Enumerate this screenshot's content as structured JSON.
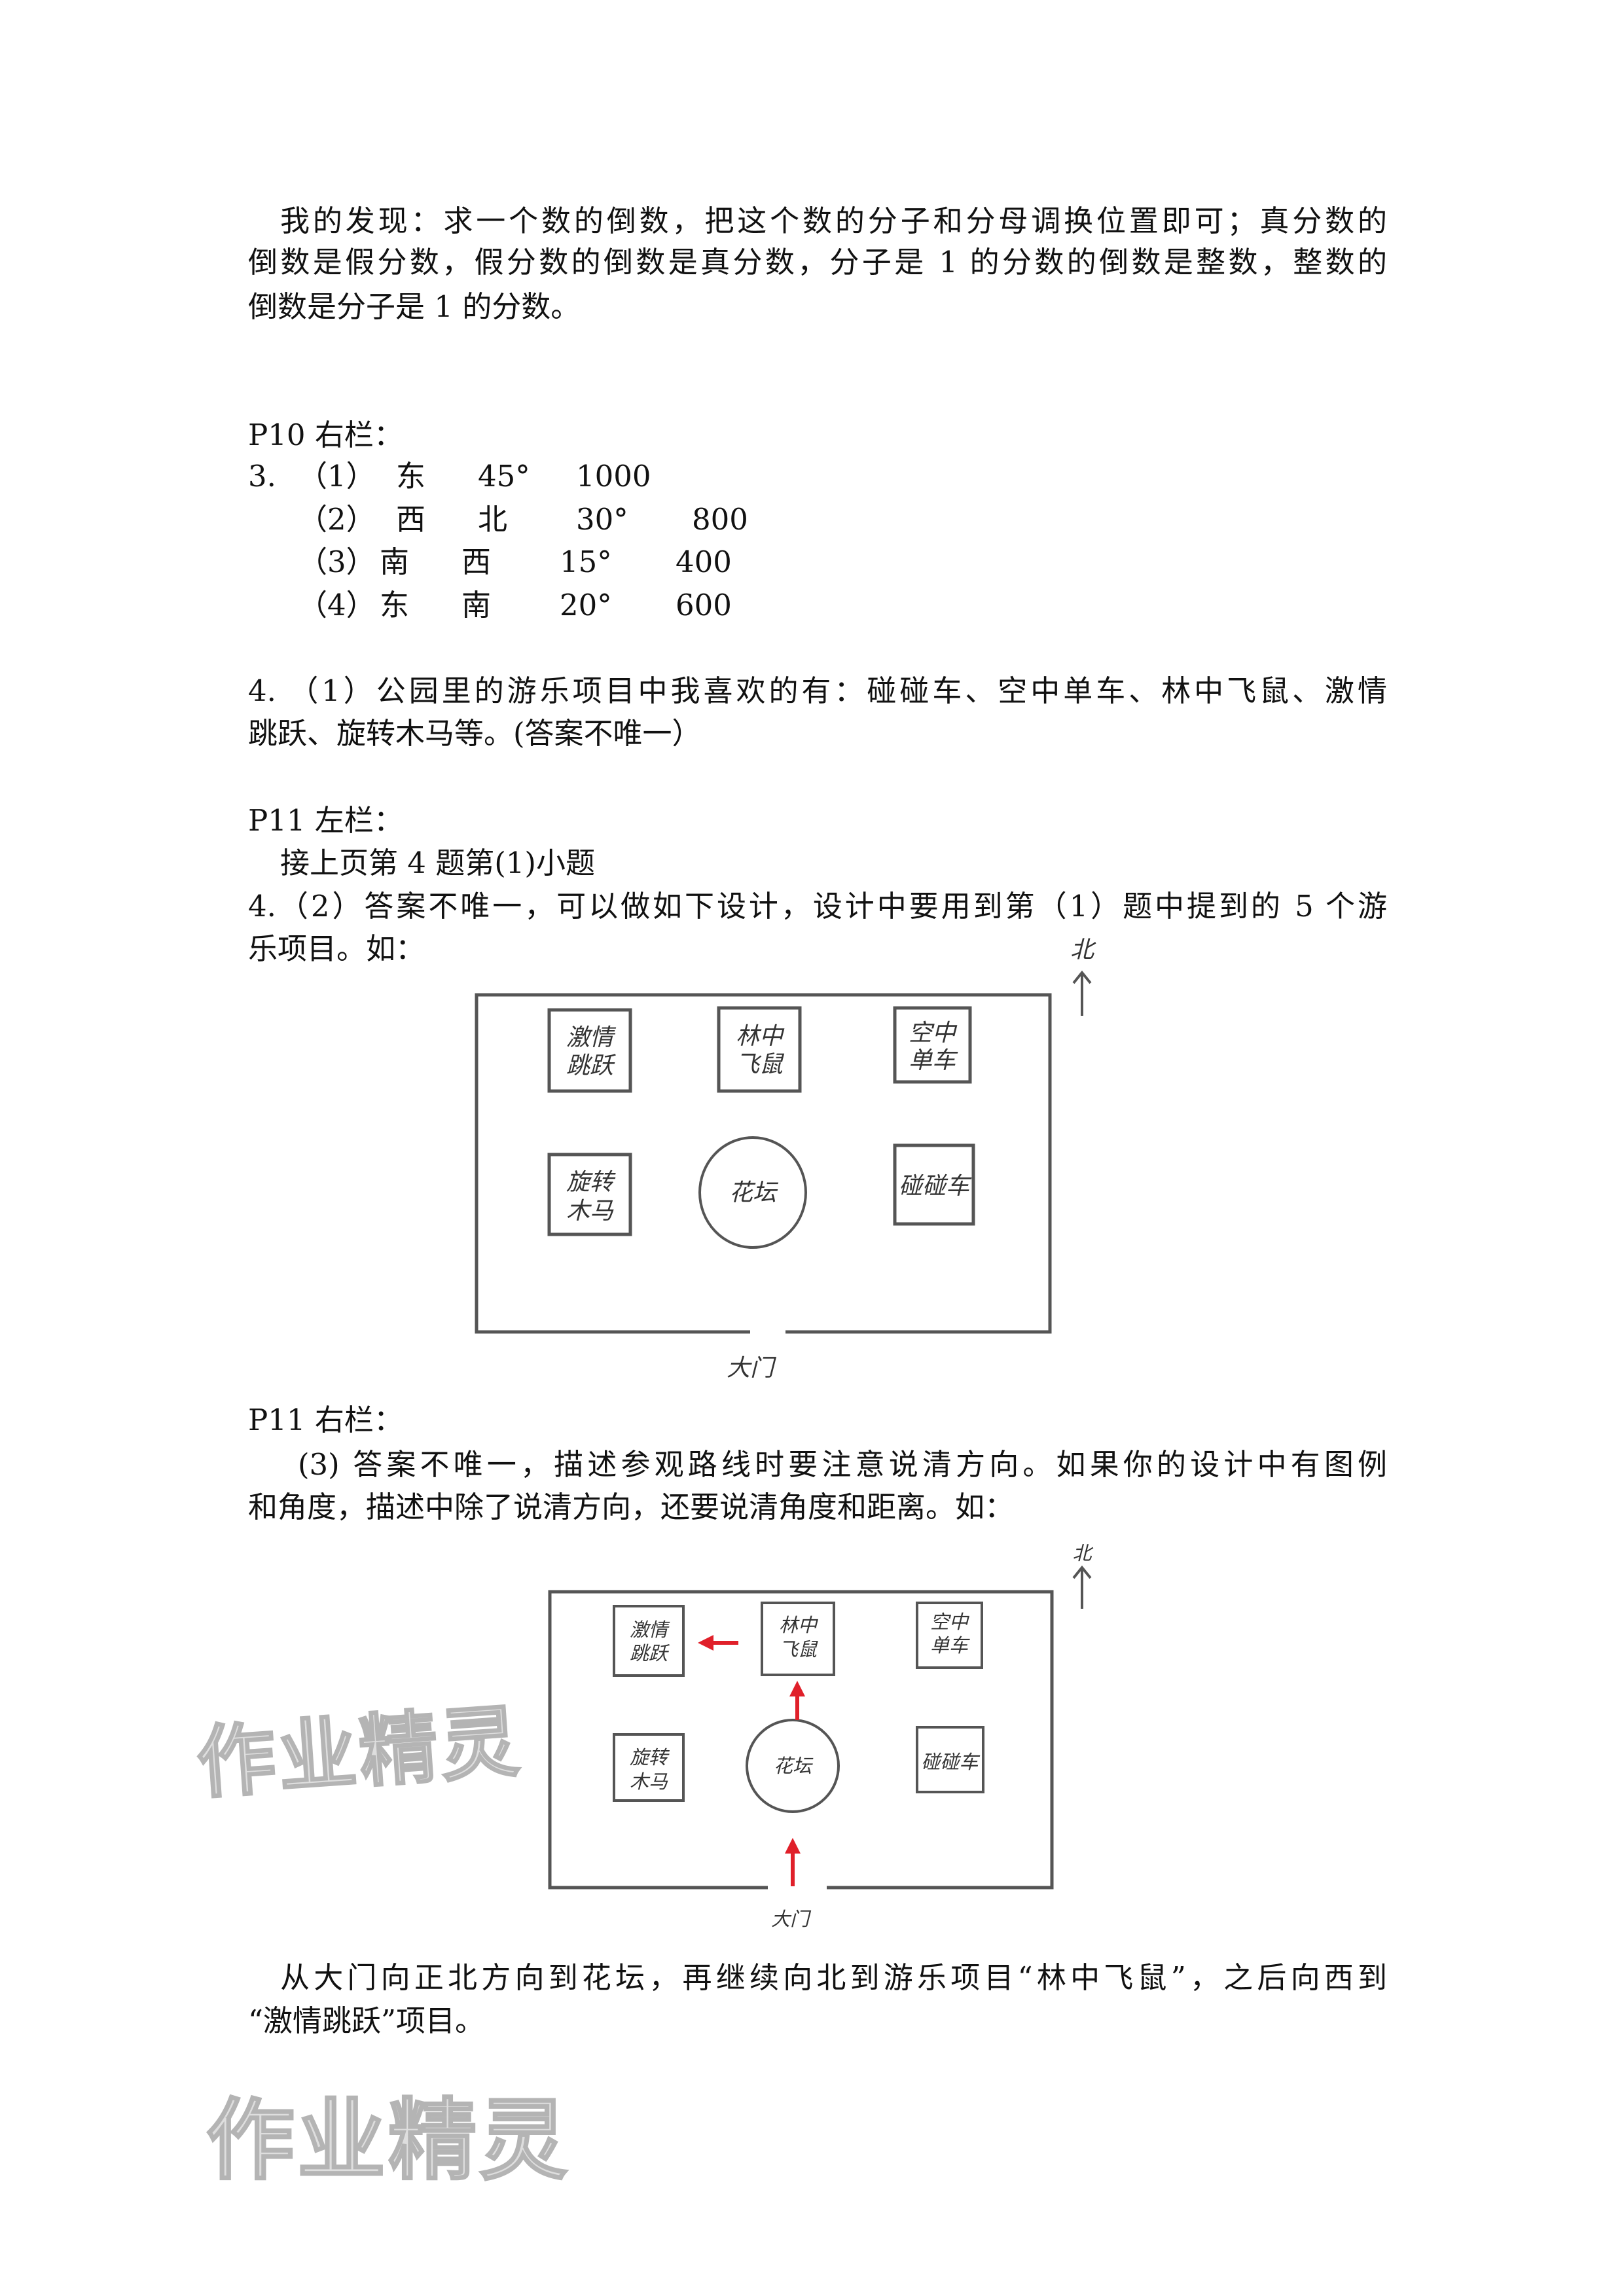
{
  "discovery": {
    "lines": [
      "我的发现：求一个数的倒数，把这个数的分子和分母调换位置即可；真分数的",
      "倒数是假分数，假分数的倒数是真分数，分子是 1 的分数的倒数是整数，整数的",
      "倒数是分子是 1 的分数。"
    ]
  },
  "p10_right": {
    "heading": "P10 右栏：",
    "q3_number": "3.",
    "rows": [
      {
        "idx": "（1）",
        "c1": "东",
        "c2": "",
        "angle": "45°",
        "dist": "1000"
      },
      {
        "idx": "（2）",
        "c1": "西",
        "c2": "北",
        "angle": "30°",
        "dist": "800"
      },
      {
        "idx": "（3）",
        "c1": "南",
        "c2": "西",
        "angle": "15°",
        "dist": "400"
      },
      {
        "idx": "（4）",
        "c1": "东",
        "c2": "南",
        "angle": "20°",
        "dist": "600"
      }
    ],
    "q4_lines": [
      "4. （1）公园里的游乐项目中我喜欢的有：碰碰车、空中单车、林中飞鼠、激情",
      "跳跃、旋转木马等。(答案不唯一）"
    ]
  },
  "p11_left": {
    "heading": "P11 左栏：",
    "continue": "接上页第 4 题第(1)小题",
    "q4_2_lines": [
      "4.（2）答案不唯一，可以做如下设计，设计中要用到第（1）题中提到的 5 个游",
      "乐项目。如："
    ]
  },
  "map": {
    "north": "北",
    "gate": "大门",
    "items": {
      "jump": [
        "激情",
        "跳跃"
      ],
      "flying_squirrel": [
        "林中",
        "飞鼠"
      ],
      "sky_bike": [
        "空中",
        "单车"
      ],
      "carousel": [
        "旋转",
        "木马"
      ],
      "flower_bed": "花坛",
      "bumper_cars": "碰碰车"
    },
    "route_color": "#e0202a"
  },
  "p11_right": {
    "heading": "P11 右栏：",
    "q3_lines": [
      "(3) 答案不唯一，描述参观路线时要注意说清方向。如果你的设计中有图例",
      "和角度，描述中除了说清方向，还要说清角度和距离。如："
    ],
    "route_lines": [
      "从大门向正北方向到花坛，再继续向北到游乐项目“林中飞鼠”，之后向西到",
      "“激情跳跃”项目。"
    ]
  },
  "watermark": "作业精灵"
}
